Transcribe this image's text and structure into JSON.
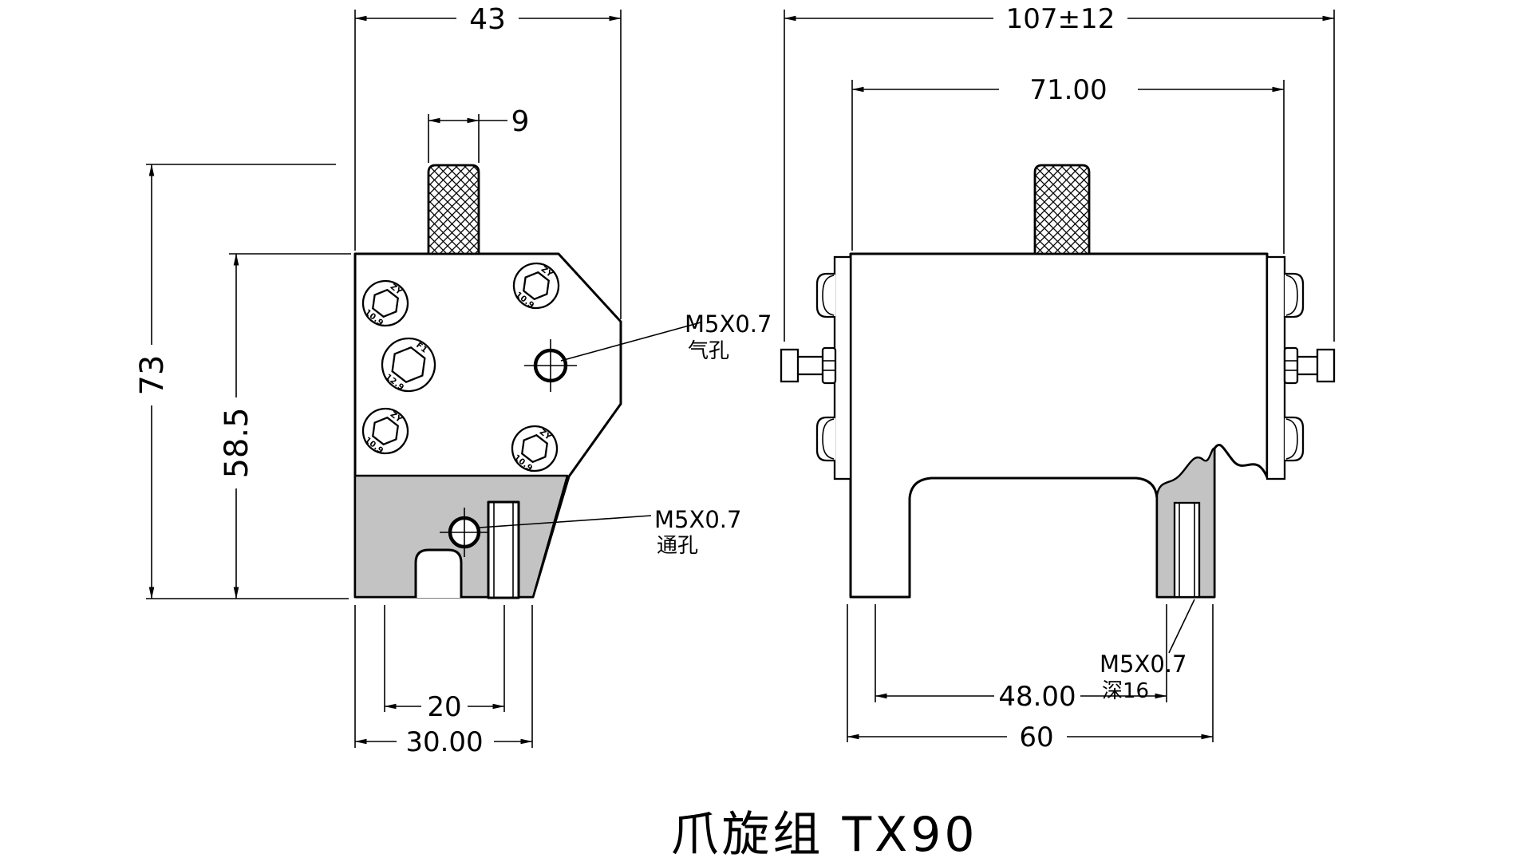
{
  "drawing": {
    "title": "爪旋组 TX90",
    "front_view": {
      "dim_width_top": "43",
      "dim_knob_width": "9",
      "dim_height_total": "73",
      "dim_height_body": "58.5",
      "dim_slot_width": "20",
      "dim_base_width": "30.00",
      "callout_air": {
        "line1": "M5X0.7",
        "line2": "气孔"
      },
      "callout_through": {
        "line1": "M5X0.7",
        "line2": "通孔"
      }
    },
    "side_view": {
      "dim_width_total": "107±12",
      "dim_width_body": "71.00",
      "dim_base_inner": "48.00",
      "dim_base_outer": "60",
      "callout_deep": {
        "line1": "M5X0.7",
        "line2": "深16"
      }
    },
    "bolts": {
      "mark_small": "ZY",
      "grade_small": "10.9",
      "mark_large": "F1",
      "grade_large": "12.9"
    },
    "colors": {
      "line": "#000000",
      "section_grey": "#c3c3c3",
      "background": "#ffffff"
    }
  }
}
